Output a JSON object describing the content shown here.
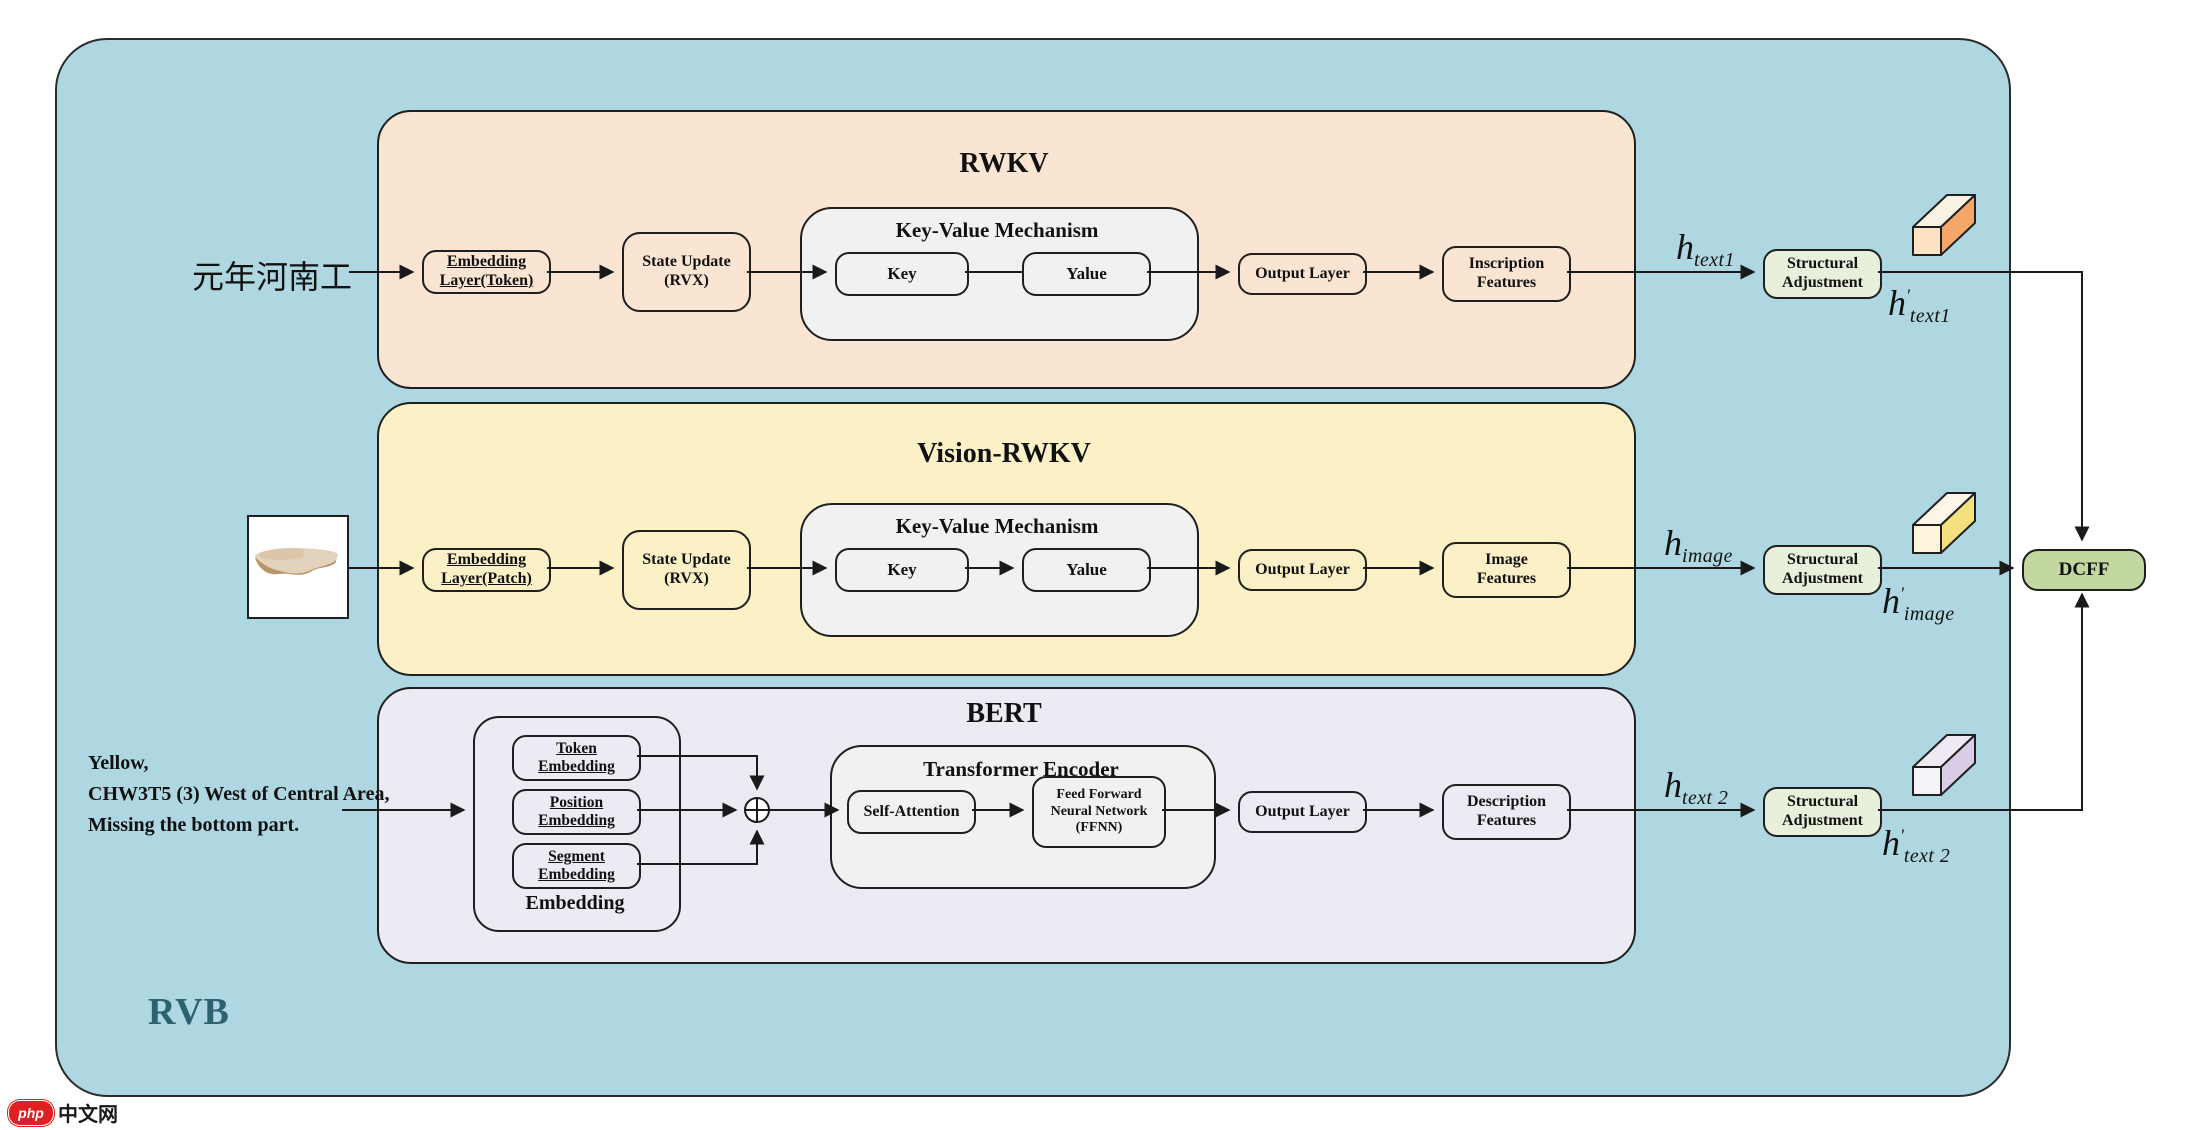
{
  "rvb_label": "RVB",
  "dcff": {
    "label": "DCFF"
  },
  "watermark": {
    "badge": "php",
    "site": "中文网"
  },
  "rwkv": {
    "title": "RWKV",
    "input": "元年河南工",
    "embedding": "Embedding\nLayer(Token)",
    "state_update": "State Update\n(RVX)",
    "kv_title": "Key-Value Mechanism",
    "key": "Key",
    "value": "Yalue",
    "output": "Output Layer",
    "features": "Inscription\nFeatures",
    "h_label": {
      "base": "h",
      "prime": "",
      "sub": "text1"
    },
    "structural": "Structural\nAdjustment",
    "h_out": {
      "base": "h",
      "prime": "'",
      "sub": "text1"
    }
  },
  "vision": {
    "title": "Vision-RWKV",
    "embedding": "Embedding\nLayer(Patch)",
    "state_update": "State Update\n(RVX)",
    "kv_title": "Key-Value Mechanism",
    "key": "Key",
    "value": "Yalue",
    "output": "Output Layer",
    "features": "Image\nFeatures",
    "h_label": {
      "base": "h",
      "prime": "",
      "sub": "image"
    },
    "structural": "Structural\nAdjustment",
    "h_out": {
      "base": "h",
      "prime": "'",
      "sub": "image"
    }
  },
  "bert": {
    "title": "BERT",
    "input": "Yellow,\nCHW3T5 (3) West of Central Area,\n Missing the bottom part.",
    "embedding_group": {
      "token": "Token\nEmbedding",
      "position": "Position\nEmbedding",
      "segment": "Segment\nEmbedding",
      "label": "Embedding"
    },
    "te_title": "Transformer Encoder",
    "self_attention": "Self-Attention",
    "ffnn": "Feed Forward\nNeural Network\n(FFNN)",
    "output": "Output Layer",
    "features": "Description\nFeatures",
    "h_label": {
      "base": "h",
      "prime": "",
      "sub": "text 2"
    },
    "structural": "Structural\nAdjustment",
    "h_out": {
      "base": "h",
      "prime": "'",
      "sub": "text 2"
    }
  },
  "colors": {
    "outer_bg": "#AED7E2",
    "rwkv_bg": "#FAE5D2",
    "vision_bg": "#FBF0C6",
    "bert_bg": "#ECEAF2",
    "panel_bg": "#F1F1F2",
    "structural_bg": "#E8EFDB",
    "dcff_bg": "#C3D7A1",
    "rvb_text": "#2C6170",
    "watermark_red": "#E02020",
    "cuboid_orange_side": "#F3A869",
    "cuboid_yellow_side": "#F5E07E",
    "cuboid_purple_side": "#D8CCE6"
  }
}
